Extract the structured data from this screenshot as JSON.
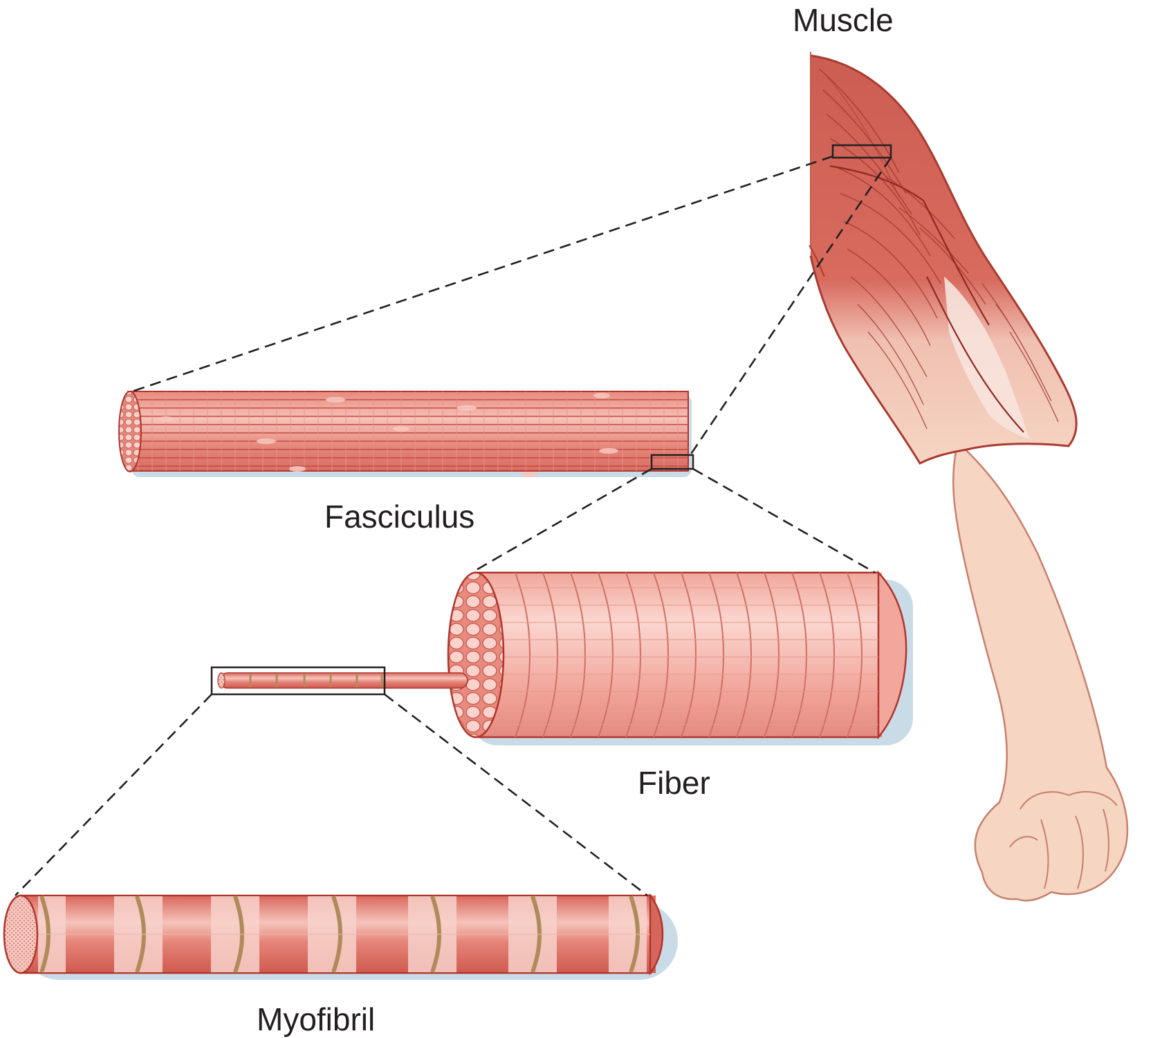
{
  "labels": {
    "muscle": "Muscle",
    "fasciculus": "Fasciculus",
    "fiber": "Fiber",
    "myofibril": "Myofibril"
  },
  "colors": {
    "muscle_red": "#c8594f",
    "muscle_light": "#f2b3aa",
    "skin": "#f6d5c3",
    "outline": "#b0342c",
    "z_band": "#b08a5a",
    "shadow": "#c9dbe6",
    "line": "#231f20"
  }
}
